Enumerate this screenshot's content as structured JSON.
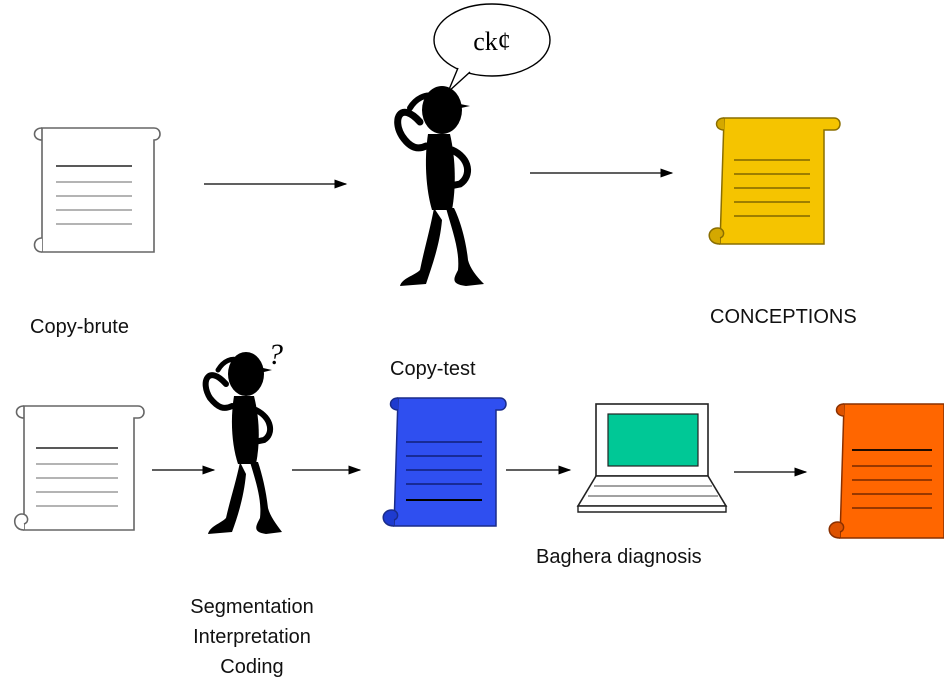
{
  "labels": {
    "copy_brute": "Copy-brute",
    "conceptions": "CONCEPTIONS",
    "copy_test": "Copy-test",
    "baghera_diagnosis": "Baghera diagnosis",
    "segmentation": "Segmentation",
    "interpretation": "Interpretation",
    "coding": "Coding",
    "thought_bubble": "ck¢",
    "question_mark": "?"
  },
  "colors": {
    "scroll_white": "#ffffff",
    "scroll_yellow": "#f5c400",
    "scroll_blue": "#2f4ff0",
    "scroll_orange": "#ff6600",
    "laptop_screen": "#00c896",
    "ink": "#000000",
    "rule": "#888888"
  },
  "icons": {
    "scroll": "scroll-icon",
    "thinker": "thinking-figure-icon",
    "laptop": "laptop-icon",
    "arrow": "arrow-right-icon"
  }
}
